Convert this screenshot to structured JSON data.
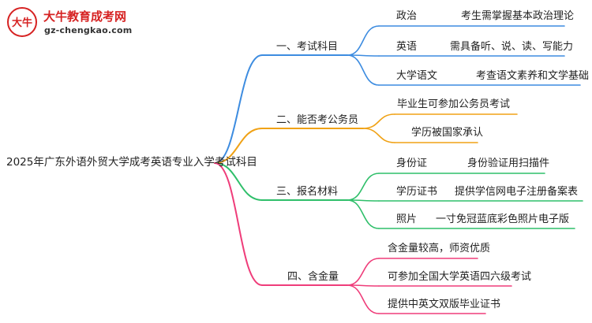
{
  "logo": {
    "title": "大牛教育成考网",
    "url": "gz-chengkao.com",
    "mark": "大牛"
  },
  "root": {
    "label": "2025年广东外语外贸大学成考英语专业入学考试科目"
  },
  "branches": [
    {
      "label": "一、考试科目",
      "color": "#3d8ce0",
      "children": [
        {
          "label": "政治",
          "detail": "考生需掌握基本政治理论"
        },
        {
          "label": "英语",
          "detail": "需具备听、说、读、写能力"
        },
        {
          "label": "大学语文",
          "detail": "考查语文素养和文学基础"
        }
      ]
    },
    {
      "label": "二、能否考公务员",
      "color": "#f0a216",
      "children": [
        {
          "label": "毕业生可参加公务员考试"
        },
        {
          "label": "学历被国家承认"
        }
      ]
    },
    {
      "label": "三、报名材料",
      "color": "#2fbf6a",
      "children": [
        {
          "label": "身份证",
          "detail": "身份验证用扫描件"
        },
        {
          "label": "学历证书",
          "detail": "提供学信网电子注册备案表"
        },
        {
          "label": "照片",
          "detail": "一寸免冠蓝底彩色照片电子版"
        }
      ]
    },
    {
      "label": "四、含金量",
      "color": "#ef3d7a",
      "children": [
        {
          "label": "含金量较高，师资优质"
        },
        {
          "label": "可参加全国大学英语四六级考试"
        },
        {
          "label": "提供中英文双版毕业证书"
        }
      ]
    }
  ]
}
